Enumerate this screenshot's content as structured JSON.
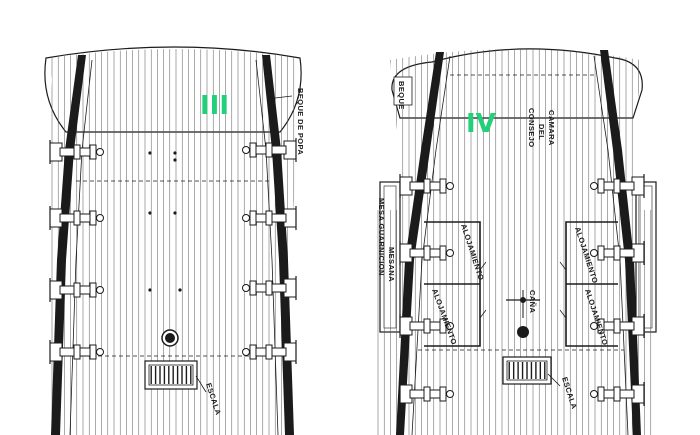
{
  "plan_left": {
    "deck_number": "III",
    "labels": {
      "beque_popa": "BEQUE DE POPA",
      "escala": "ESCALA"
    }
  },
  "plan_right": {
    "deck_number": "IV",
    "labels": {
      "beque": "BEQUE",
      "camara_1": "CAMARA",
      "camara_2": "DEL",
      "camara_3": "CONSEJO",
      "mesa_1": "MESA GUARNICION",
      "mesa_2": "MESANA",
      "aloj_left_upper": "ALOJAMIENTO",
      "aloj_left_lower": "ALOJAMIENTO",
      "aloj_right_upper": "ALOJAMIENTO",
      "aloj_right_lower": "ALOJAMIENTO",
      "cana": "CAÑA",
      "escala": "ESCALA"
    }
  },
  "colors": {
    "ink": "#1b1b1b",
    "paper": "#ffffff",
    "deck_number": "#22d07a"
  }
}
